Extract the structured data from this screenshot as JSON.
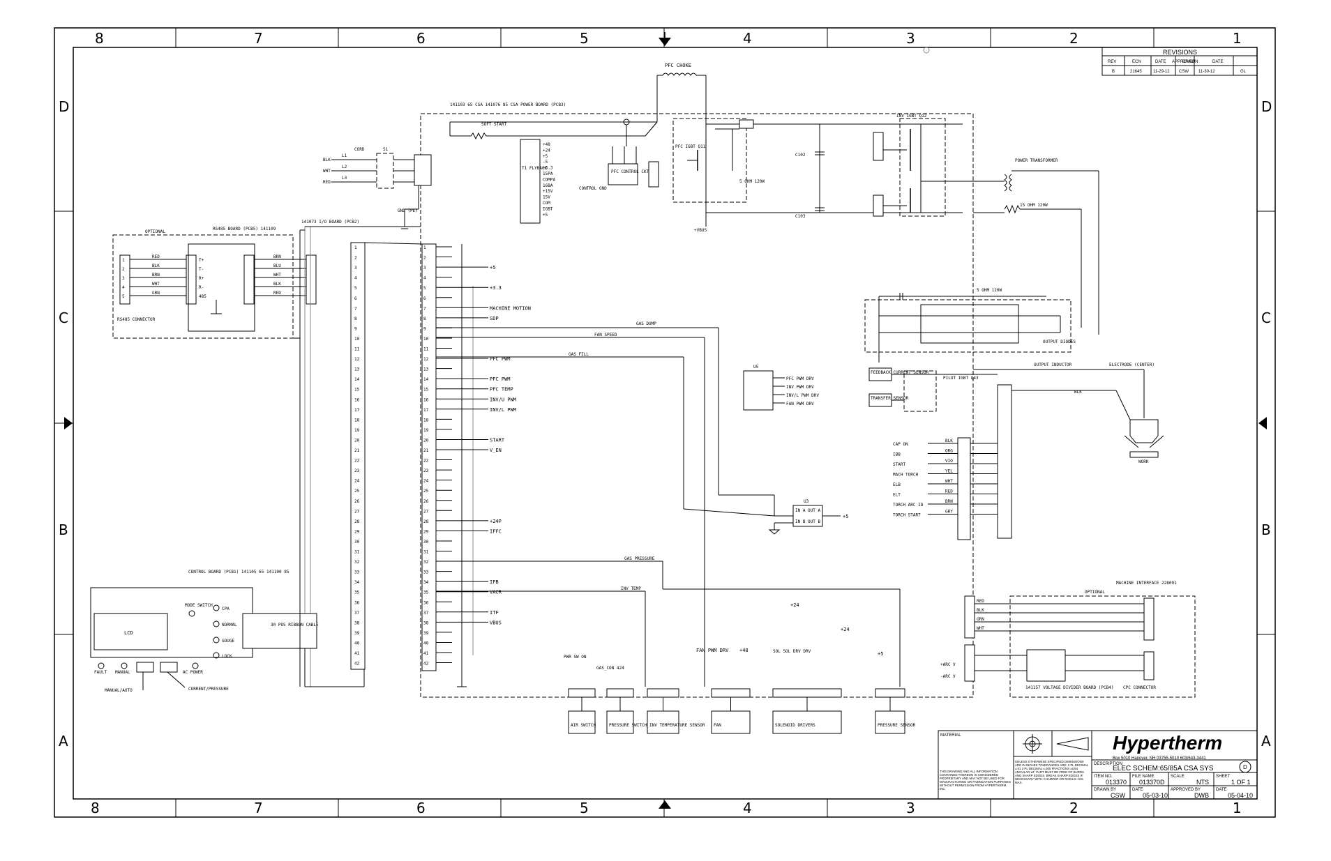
{
  "zones": {
    "columns": [
      "8",
      "7",
      "6",
      "5",
      "4",
      "3",
      "2",
      "1"
    ],
    "rows": [
      "D",
      "C",
      "B",
      "A"
    ]
  },
  "revisions": {
    "title": "REVISIONS",
    "headers": [
      "REV",
      "ECN",
      "DATE",
      "APPROVED",
      "DRAWN",
      "DATE"
    ],
    "row": [
      "B",
      "21645",
      "11-29-12",
      "CSW",
      "11-30-12",
      "GL"
    ]
  },
  "labels": {
    "pfc_choke": "PFC CHOKE",
    "power_board": "141103 65 CSA  141076 85 CSA POWER BOARD (PCB3)",
    "soft_start": "SOFT START",
    "cord": "CORD",
    "s1": "S1",
    "l1": "L1",
    "l2": "L2",
    "l3": "L3",
    "blk": "BLK",
    "wht": "WHT",
    "red": "RED",
    "flyback": "T1 FLYBACK",
    "control_gnd": "CONTROL GND",
    "pfc_igbt": "PFC IGBT Q11",
    "pfc_control": "PFC CONTROL CKT",
    "res_5ohm": "5 OHM 120W",
    "inv_igbt": "INV IGBT Q12",
    "c102": "C102",
    "c103": "C103",
    "power_transformer": "POWER TRANSFORMER",
    "res_15ohm": "15 OHM 120W",
    "vbus": "+VBUS",
    "gnd_pe": "GND (PE)",
    "optional": "OPTIONAL",
    "rs485_board": "RS485 BOARD (PCB5) 141109",
    "rs485_conn": "RS485 CONNECTOR",
    "io_board": "141073 I/O BOARD (PCB2)",
    "output_diodes": "OUTPUT DIODES",
    "snubber": "5 OHM 120W",
    "feedback_sensor": "FEEDBACK CURRENT SENSOR",
    "transfer_sensor": "TRANSFER SENSOR",
    "pilot_igbt": "PILOT IGBT Q43",
    "output_inductor": "OUTPUT INDUCTOR",
    "electrode": "ELECTRODE (CENTER)",
    "work": "WORK",
    "u5": "U5",
    "u3": "U3",
    "control_board": "CONTROL BOARD (PCB1) 141105 65  141100 85",
    "mode_switch": "MODE SWITCH",
    "lcd": "LCD",
    "ribbon": "30 POS RIBBON CABLE",
    "cpa": "CPA",
    "normal": "NORMAL",
    "gouge": "GOUGE",
    "lock": "LOCK",
    "fault": "FAULT",
    "manual": "MANUAL",
    "ac_power": "AC POWER",
    "manual_auto": "MANUAL/AUTO",
    "current_pressure": "CURRENT/PRESSURE",
    "gas_pressure": "GAS PRESSURE",
    "inv_temp": "INV TEMP",
    "gas_dump": "GAS DUMP",
    "fan_speed": "FAN SPEED",
    "gas_fill": "GAS FILL",
    "fan_pwm_drv": "FAN PWM DRV",
    "plus48": "+48",
    "sol_drv": "SOL SOL DRV DRV",
    "plus24": "+24",
    "plus5": "+5",
    "machine_interface": "MACHINE INTERFACE 228091",
    "voltage_divider": "141157 VOLTAGE DIVIDER BOARD (PCB4)",
    "cpc_connector": "CPC CONNECTOR",
    "pwr_sw_on": "PWR SW ON",
    "gas_con": "GAS_CON 424",
    "arc_v_plus": "+ARC V",
    "arc_v_minus": "-ARC V"
  },
  "io_signals": [
    "+5",
    "+3.3",
    "MACHINE MOTION",
    "SDP",
    "PFC PWM",
    "PFC PWM",
    "PFC TEMP",
    "INV/U PWM",
    "INV/L PWM",
    "START",
    "V_EN",
    "+24P",
    "IFFC",
    "IFB",
    "VACR",
    "ITF",
    "VBUS"
  ],
  "u5_pins": [
    "PFC PWM DRV",
    "INV PWM DRV",
    "INV/L PWM DRV",
    "FAN PWM DRV"
  ],
  "u3_pins": [
    "IN A  OUT A",
    "IN B  OUT B"
  ],
  "torch_signals": [
    "CAP ON",
    "IBB",
    "START",
    "MACH TORCH",
    "ELB",
    "ELT",
    "TORCH ARC ID",
    "TORCH START"
  ],
  "torch_colors": [
    "BLK",
    "ORG",
    "VIO",
    "YEL",
    "WHT",
    "RED",
    "BRN",
    "GRY"
  ],
  "flyback_outputs": [
    "+48",
    "+24",
    "+5",
    "-5",
    "+3.3",
    "15PA",
    "COMPA",
    "16BA",
    "+15V",
    "15V",
    "COM",
    "IGBT",
    "+5"
  ],
  "rs485": {
    "colors": [
      "RED",
      "BLK",
      "BRN",
      "WHT",
      "GRN"
    ],
    "j8_pins": [
      "T+",
      "T-",
      "R+",
      "R-",
      "485"
    ],
    "j7_colors": [
      "BRN",
      "BLU",
      "WHT",
      "BLK",
      "RED"
    ]
  },
  "bottom_devices": [
    "AIR SWITCH",
    "PRESSURE SWITCH",
    "INV TEMPERATURE SENSOR",
    "FAN",
    "SOLENOID DRIVERS",
    "PRESSURE SENSOR"
  ],
  "machine_signals": [
    "RED",
    "BLK",
    "GRN",
    "WHT"
  ],
  "title_block": {
    "material": "MATERIAL",
    "brand": "Hypertherm",
    "address": "Box 5010 Hanover, NH 03755-5010 603/643-3441",
    "description_label": "DESCRIPTION",
    "description": "ELEC SCHEM:65/85A CSA SYS",
    "item_no_label": "ITEM NO.",
    "item_no": "013370",
    "file_name_label": "FILE NAME",
    "file_name": "013370D",
    "scale_label": "SCALE",
    "scale": "NTS",
    "sheet_label": "SHEET",
    "sheet": "1 OF 1",
    "drawn_by_label": "DRAWN BY",
    "drawn_by": "CSW",
    "date_label": "DATE",
    "date": "05-03-10",
    "approved_label": "APPROVED BY",
    "approved_by": "DWB",
    "date2": "05-04-10",
    "rev": "D",
    "proprietary": "THIS DRAWING AND ALL INFORMATION CONTAINED THEREON IS CONSIDERED PROPRIETARY AND MAY NOT BE USED FOR MANUFACTURING OR FABRICATION PURPOSES WITHOUT PERMISSION FROM HYPERTHERM, INC.",
    "tolerances": "UNLESS OTHERWISE SPECIFIED DIMENSIONS ARE IN INCHES TOLERANCES ARE: 2 PL DECIMAL ±.01 3 PL DECIMAL ±.005 FRACTIONS ±1/64 ANGULAR ±2° PART MUST BE FREE OF BURRS AND SHARP EDGES, BREAK SHARP EDGES IF NECESSARY WITH CHAMFER OR RADIUS .015 MAX."
  }
}
